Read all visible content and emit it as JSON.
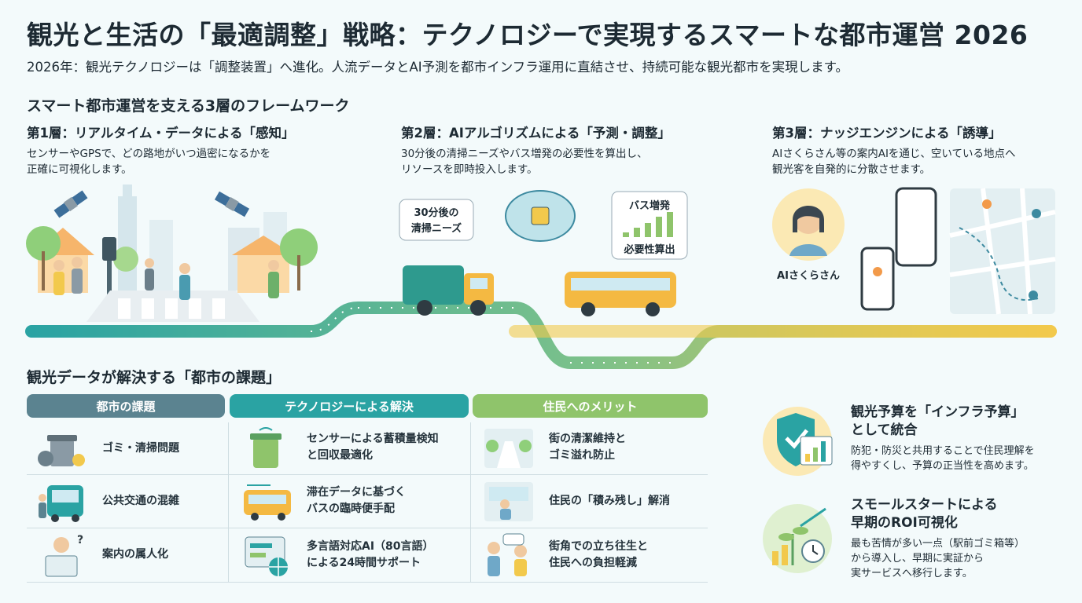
{
  "title": "観光と生活の「最適調整」戦略：テクノロジーで実現するスマートな都市運営 2026",
  "subtitle": "2026年：観光テクノロジーは「調整装置」へ進化。人流データとAI予測を都市インフラ運用に直結させ、持続可能な観光都市を実現します。",
  "framework": {
    "heading": "スマート都市運営を支える3層のフレームワーク",
    "layers": [
      {
        "title": "第1層：リアルタイム・データによる「感知」",
        "desc": [
          "センサーやGPSで、どの路地がいつ過密になるかを",
          "正確に可視化します。"
        ]
      },
      {
        "title": "第2層：AIアルゴリズムによる「予測・調整」",
        "desc": [
          "30分後の清掃ニーズやバス増発の必要性を算出し、",
          "リソースを即時投入します。"
        ]
      },
      {
        "title": "第3層：ナッジエンジンによる「誘導」",
        "desc": [
          "AIさくらさん等の案内AIを通じ、空いている地点へ",
          "観光客を自発的に分散させます。"
        ]
      }
    ],
    "callouts": {
      "cleaning": [
        "30分後の",
        "清掃ニーズ"
      ],
      "bus": [
        "バス増発",
        "必要性算出"
      ],
      "ai_name": "AIさくらさん"
    }
  },
  "issues": {
    "heading": "観光データが解決する「都市の課題」",
    "headers": [
      "都市の課題",
      "テクノロジーによる解決",
      "住民へのメリット"
    ],
    "rows": [
      {
        "problem": [
          "ゴミ・清掃問題"
        ],
        "solution": [
          "センサーによる蓄積量検知",
          "と回収最適化"
        ],
        "benefit": [
          "街の清潔維持と",
          "ゴミ溢れ防止"
        ]
      },
      {
        "problem": [
          "公共交通の混雑"
        ],
        "solution": [
          "滞在データに基づく",
          "バスの臨時便手配"
        ],
        "benefit": [
          "住民の「積み残し」解消"
        ]
      },
      {
        "problem": [
          "案内の属人化"
        ],
        "solution": [
          "多言語対応AI（80言語）",
          "による24時間サポート"
        ],
        "benefit": [
          "街角での立ち往生と",
          "住民への負担軽減"
        ]
      }
    ]
  },
  "benefits": [
    {
      "title": [
        "観光予算を「インフラ予算」",
        "として統合"
      ],
      "desc": [
        "防犯・防災と共用することで住民理解を",
        "得やすくし、予算の正当性を高めます。"
      ]
    },
    {
      "title": [
        "スモールスタートによる",
        "早期のROI可視化"
      ],
      "desc": [
        "最も苦情が多い一点（駅前ゴミ箱等）",
        "から導入し、早期に実証から",
        "実サービスへ移行します。"
      ]
    }
  ],
  "colors": {
    "teal": "#2aa3a3",
    "slate": "#5b8390",
    "green": "#8fc46b",
    "yellow": "#f2c94c"
  }
}
